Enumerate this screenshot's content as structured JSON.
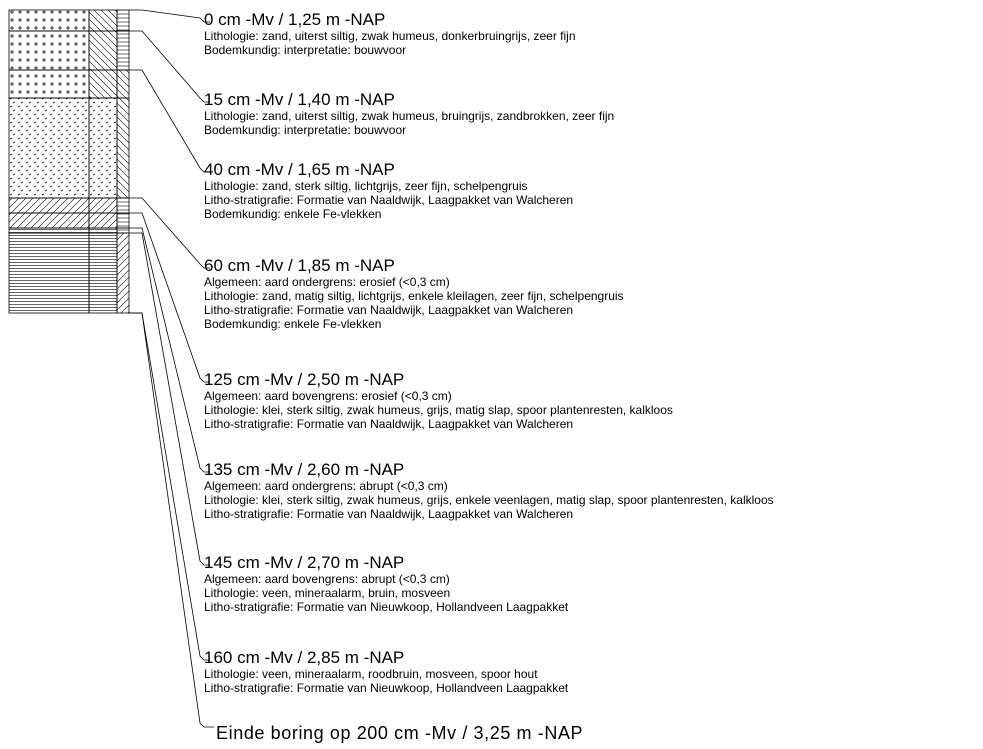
{
  "layers": [
    {
      "depth_label": "0 cm -Mv / 1,25 m -NAP",
      "lines": [
        "Lithologie: zand, uiterst siltig, zwak humeus, donkerbruingrijs, zeer fijn",
        "Bodemkundig: interpretatie: bouwvoor"
      ]
    },
    {
      "depth_label": "15 cm -Mv / 1,40 m -NAP",
      "lines": [
        "Lithologie: zand, uiterst siltig, zwak humeus, bruingrijs, zandbrokken, zeer fijn",
        "Bodemkundig: interpretatie: bouwvoor"
      ]
    },
    {
      "depth_label": "40 cm -Mv / 1,65 m -NAP",
      "lines": [
        "Lithologie: zand, sterk siltig, lichtgrijs, zeer fijn, schelpengruis",
        "Litho-stratigrafie: Formatie van Naaldwijk, Laagpakket van Walcheren",
        "Bodemkundig: enkele Fe-vlekken"
      ]
    },
    {
      "depth_label": "60 cm -Mv / 1,85 m -NAP",
      "lines": [
        "Algemeen: aard ondergrens: erosief (<0,3 cm)",
        "Lithologie: zand, matig siltig, lichtgrijs, enkele kleilagen, zeer fijn, schelpengruis",
        "Litho-stratigrafie: Formatie van Naaldwijk, Laagpakket van Walcheren",
        "Bodemkundig: enkele Fe-vlekken"
      ]
    },
    {
      "depth_label": "125 cm -Mv / 2,50 m -NAP",
      "lines": [
        "Algemeen: aard bovengrens: erosief (<0,3 cm)",
        "Lithologie: klei, sterk siltig, zwak humeus, grijs, matig slap, spoor plantenresten, kalkloos",
        "Litho-stratigrafie: Formatie van Naaldwijk, Laagpakket van Walcheren"
      ]
    },
    {
      "depth_label": "135 cm -Mv / 2,60 m -NAP",
      "lines": [
        "Algemeen: aard ondergrens: abrupt (<0,3 cm)",
        "Lithologie: klei, sterk siltig, zwak humeus, grijs, enkele veenlagen, matig slap, spoor plantenresten, kalkloos",
        "Litho-stratigrafie: Formatie van Naaldwijk, Laagpakket van Walcheren"
      ]
    },
    {
      "depth_label": "145 cm -Mv / 2,70 m -NAP",
      "lines": [
        "Algemeen: aard bovengrens: abrupt (<0,3 cm)",
        "Lithologie: veen, mineraalarm, bruin, mosveen",
        "Litho-stratigrafie: Formatie van Nieuwkoop, Hollandveen Laagpakket"
      ]
    },
    {
      "depth_label": "160 cm -Mv / 2,85 m -NAP",
      "lines": [
        "Lithologie: veen, mineraalarm, roodbruin, mosveen, spoor hout",
        "Litho-stratigrafie: Formatie van Nieuwkoop, Hollandveen Laagpakket"
      ]
    }
  ],
  "end_label": "Einde boring op 200 cm -Mv / 3,25 m -NAP"
}
